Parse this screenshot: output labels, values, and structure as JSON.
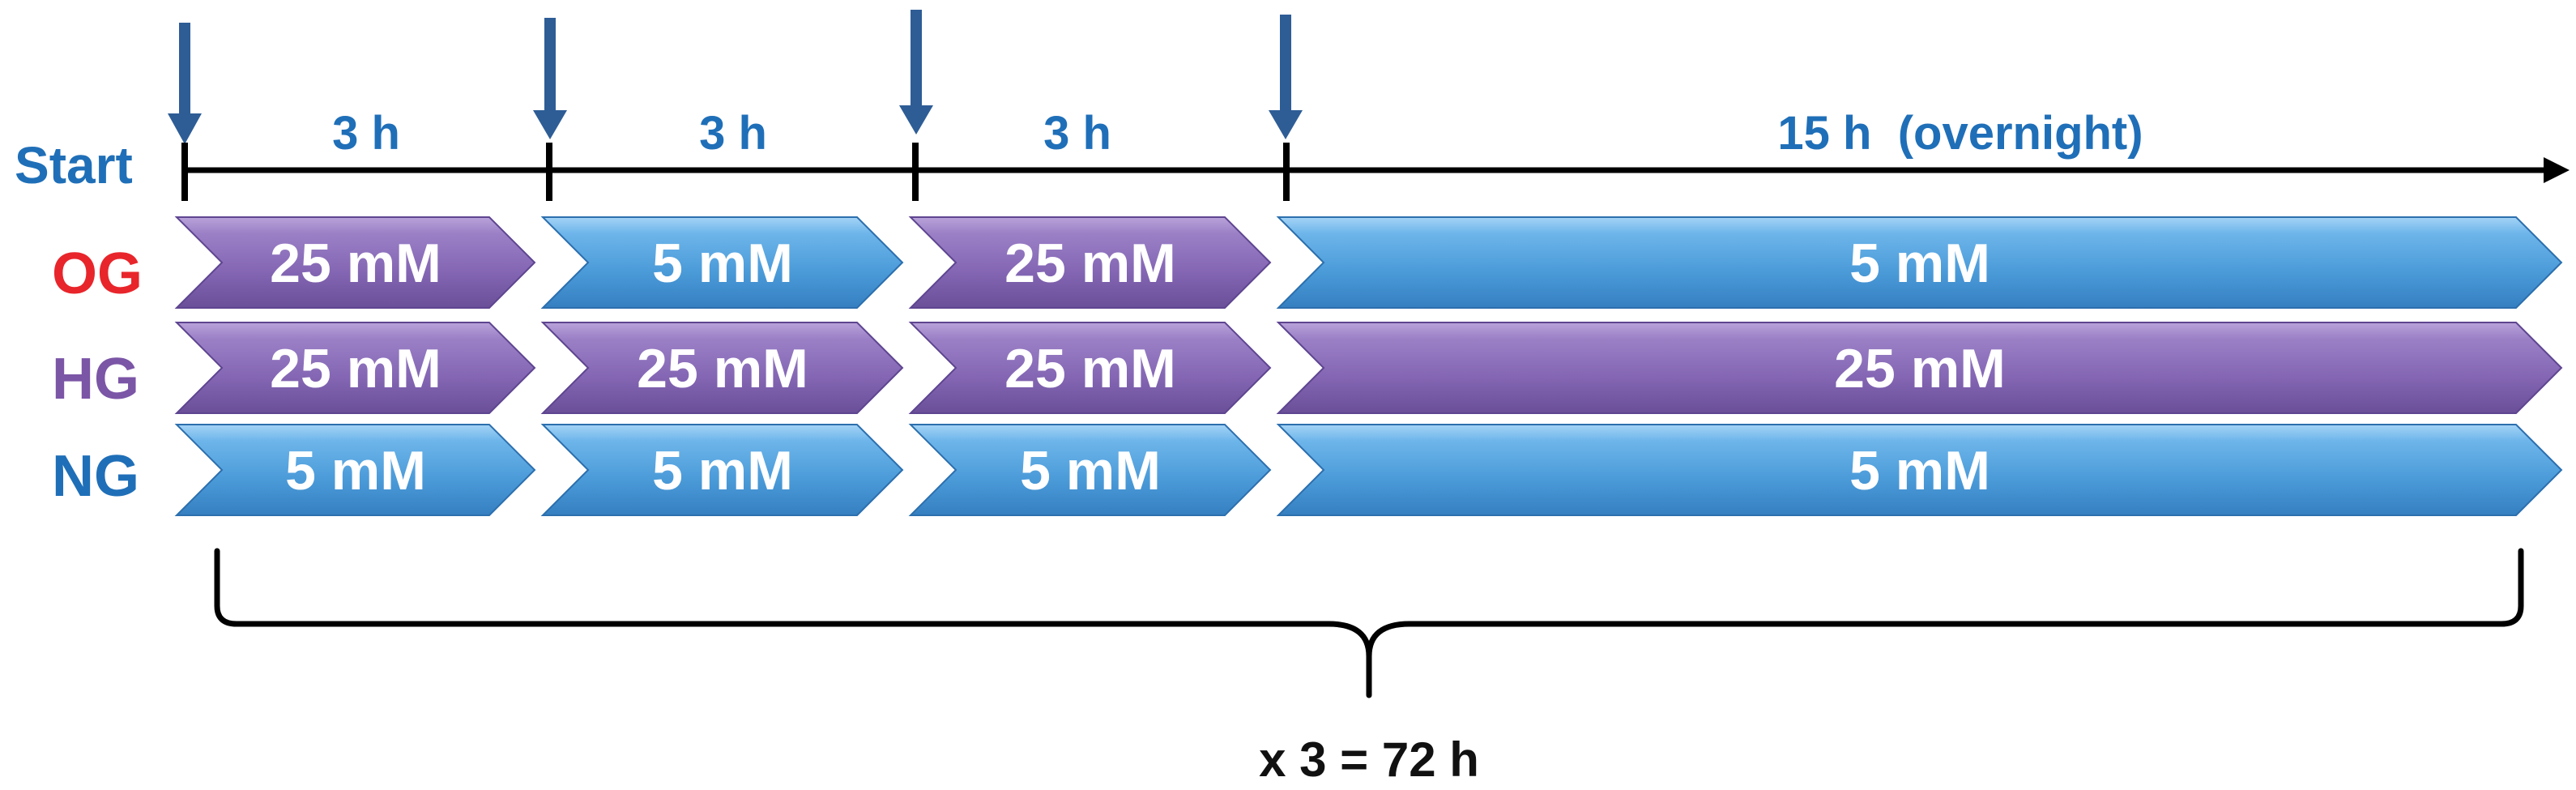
{
  "start_label": "Start",
  "durations": [
    "3 h",
    "3 h",
    "3 h",
    "15 h  (overnight)"
  ],
  "rows": [
    {
      "label": "OG",
      "label_color": "#e8252b",
      "cells": [
        "25 mM",
        "5 mM",
        "25 mM",
        "5 mM"
      ]
    },
    {
      "label": "HG",
      "label_color": "#7b55a6",
      "cells": [
        "25 mM",
        "25 mM",
        "25 mM",
        "25 mM"
      ]
    },
    {
      "label": "NG",
      "label_color": "#1f6fb8",
      "cells": [
        "5 mM",
        "5 mM",
        "5 mM",
        "5 mM"
      ]
    }
  ],
  "repeat_label": "x 3 = 72 h",
  "colors": {
    "concentration_25mM": "#8466b4",
    "concentration_5mM": "#4b9bd9",
    "duration_text": "#1f6fb8",
    "marker_arrow": "#2e5d96",
    "timeline": "#000000",
    "cell_text": "#ffffff"
  }
}
